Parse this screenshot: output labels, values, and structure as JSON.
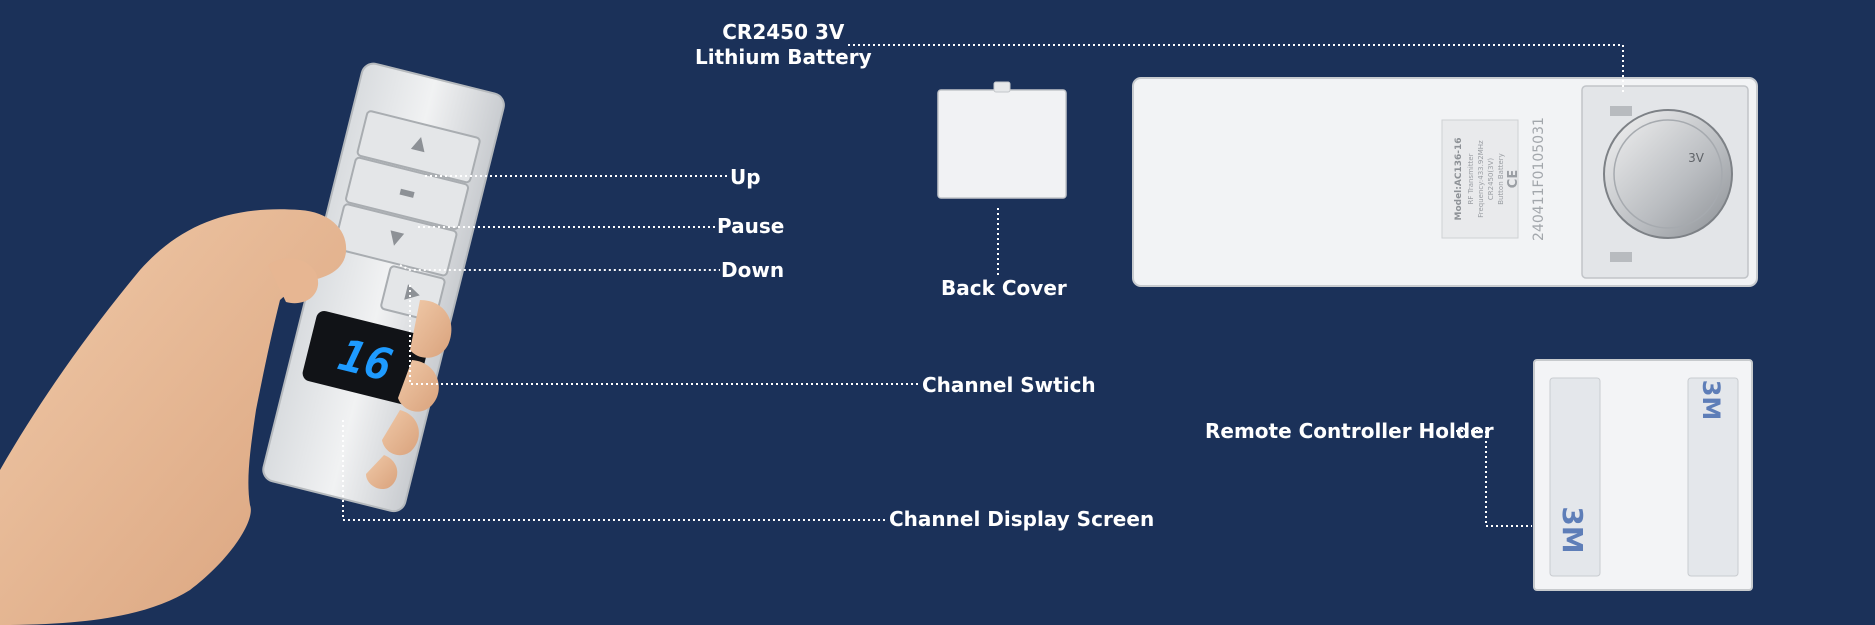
{
  "labels": {
    "battery_line1": "CR2450 3V",
    "battery_line2": "Lithium Battery",
    "up": "Up",
    "pause": "Pause",
    "down": "Down",
    "back_cover": "Back Cover",
    "channel_switch": "Channel Swtich",
    "remote_holder": "Remote Controller Holder",
    "channel_display": "Channel Display Screen"
  },
  "device": {
    "display_value": "16",
    "model_text": "Model:AC136-16",
    "serial": "240411F0105031",
    "label_details": [
      "RF Transmitter",
      "Frequency:433.92MHz",
      "CR2450(3V)",
      "Button Battery"
    ],
    "cert_marks": [
      "CE"
    ],
    "battery_marking": "3V",
    "tape_brand": "3M"
  },
  "colors": {
    "background": "#1b3159",
    "label_text": "#ffffff",
    "leader_line": "#ffffff",
    "plastic": "#eef0f3",
    "display_digits": "#1e9bff"
  }
}
